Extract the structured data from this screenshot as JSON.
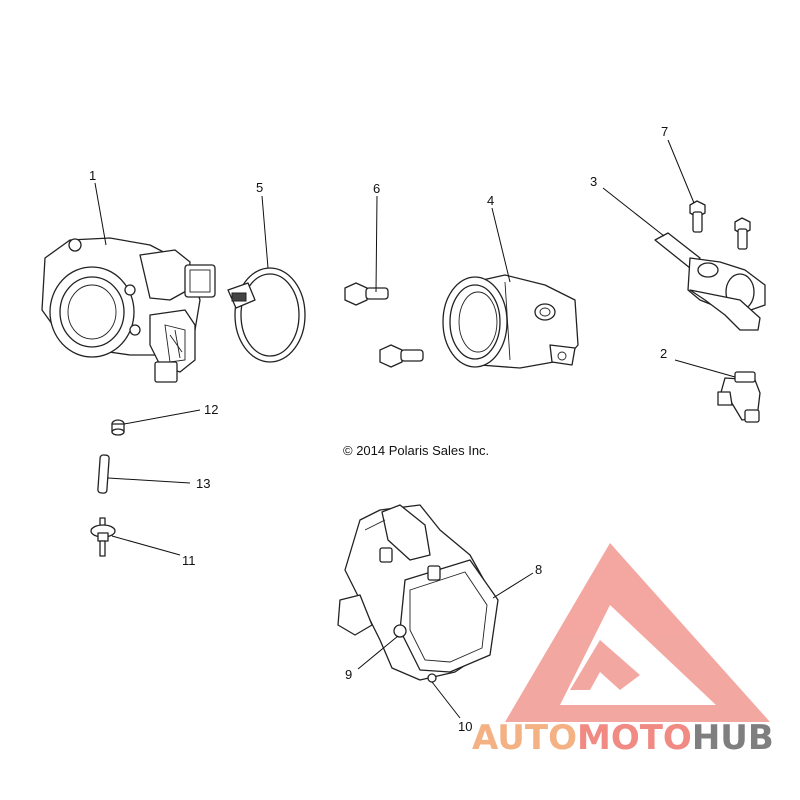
{
  "callouts": {
    "p1": "1",
    "p2": "2",
    "p3": "3",
    "p4": "4",
    "p5": "5",
    "p6": "6",
    "p7": "7",
    "p8": "8",
    "p9": "9",
    "p10": "10",
    "p11": "11",
    "p12": "12",
    "p13": "13"
  },
  "copyright": "© 2014 Polaris Sales Inc.",
  "watermark": {
    "part1": "AUTO",
    "part2": "MOTO",
    "part3": "HUB",
    "color_auto": "#f4b183",
    "color_moto": "#f08a82",
    "color_hub": "#7f7f7f",
    "logo_color": "#f08a82"
  }
}
